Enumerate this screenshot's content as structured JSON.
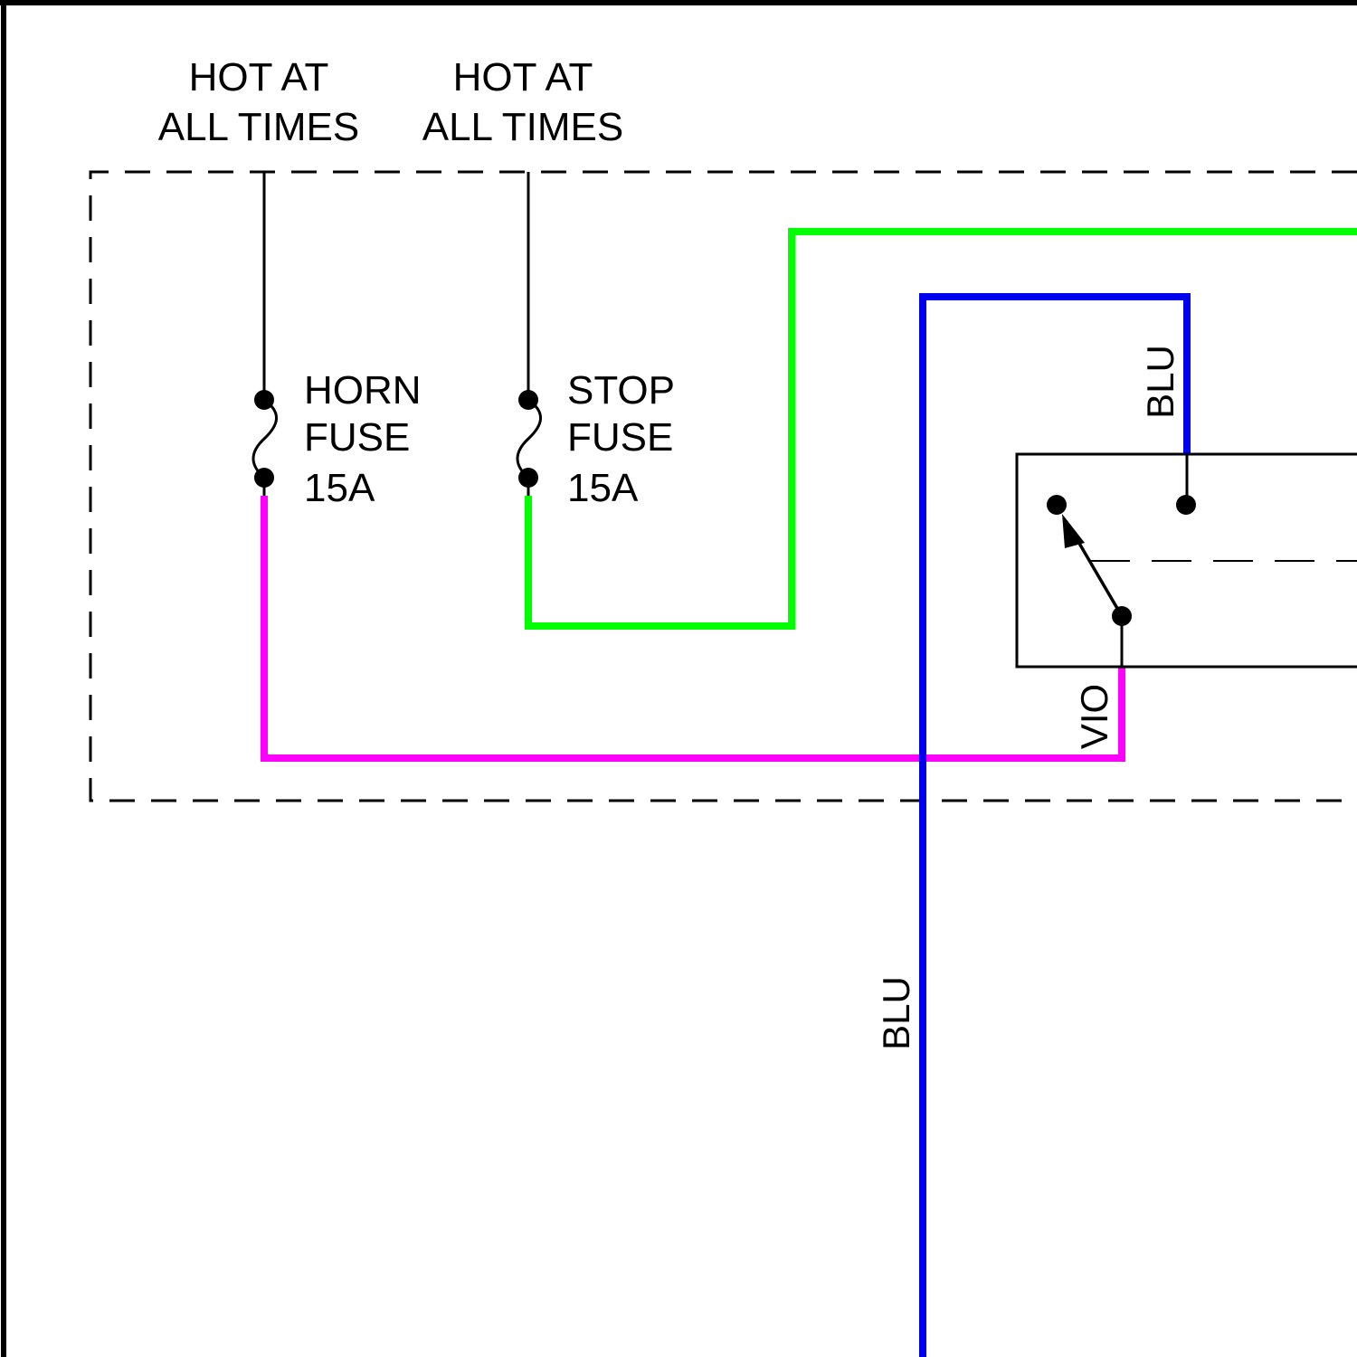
{
  "colors": {
    "background": "#ffffff",
    "line": "#000000",
    "wire_green": "#00ff00",
    "wire_blue": "#0000ee",
    "wire_violet": "#ff00ff"
  },
  "power_sources": [
    {
      "line1": "HOT AT",
      "line2": "ALL TIMES"
    },
    {
      "line1": "HOT AT",
      "line2": "ALL TIMES"
    }
  ],
  "fuses": [
    {
      "line1": "HORN",
      "line2": "FUSE",
      "rating": "15A"
    },
    {
      "line1": "STOP",
      "line2": "FUSE",
      "rating": "15A"
    }
  ],
  "wires": {
    "blu_upper": "BLU",
    "vio": "VIO",
    "blu_lower": "BLU"
  },
  "icons": {
    "fuse": "fuse-symbol-icon",
    "relay_switch": "relay-switch-icon"
  }
}
